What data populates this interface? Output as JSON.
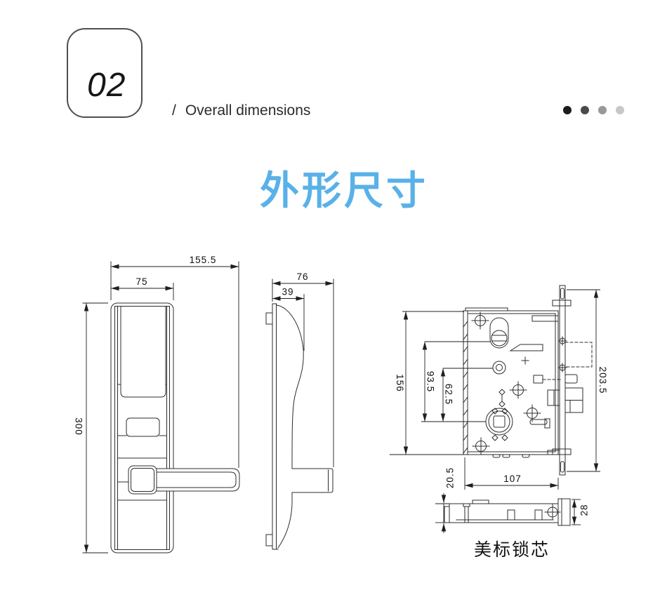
{
  "header": {
    "section_number": "02",
    "separator": "/",
    "section_title": "Overall dimensions",
    "pagination_dots": [
      "#1b1b1b",
      "#4a4a4a",
      "#989898",
      "#c7c7c7"
    ]
  },
  "title": {
    "text": "外形尺寸",
    "color": "#59b1e8"
  },
  "drawings": {
    "front_view": {
      "dims": {
        "total_width": "155.5",
        "body_width": "75",
        "body_height": "300"
      }
    },
    "side_view": {
      "dims": {
        "total_depth": "76",
        "body_depth": "39"
      }
    },
    "lock_body": {
      "dims": {
        "case_height": "156",
        "cylinder_to_spindle": "93.5",
        "hub_to_spindle": "62.5",
        "faceplate_height": "203.5",
        "case_length": "107",
        "case_thickness": "20.5",
        "faceplate_width": "28"
      },
      "caption": "美标锁芯"
    }
  }
}
